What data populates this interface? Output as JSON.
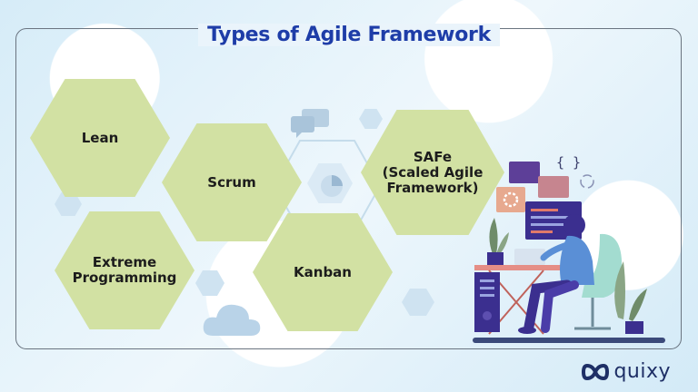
{
  "title": "Types of Agile Framework",
  "frameworks": [
    {
      "name": "Lean"
    },
    {
      "name": "Scrum"
    },
    {
      "name": "Extreme\nProgramming"
    },
    {
      "name": "Kanban"
    },
    {
      "name": "SAFe\n(Scaled Agile\nFramework)"
    }
  ],
  "logo": {
    "text": "quixy"
  },
  "colors": {
    "title": "#1e3da8",
    "hexagon": "#d2e1a3",
    "illustration_primary": "#3b2f8f",
    "logo": "#1e2f66"
  }
}
